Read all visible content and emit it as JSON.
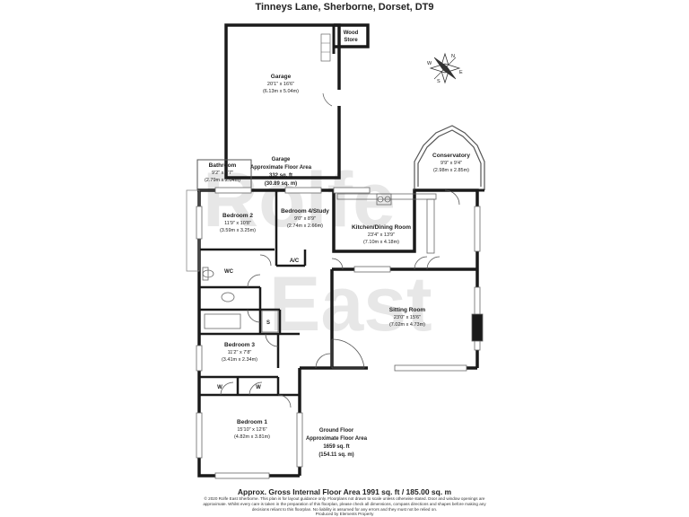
{
  "header": {
    "address": "Tinneys Lane, Sherborne, Dorset, DT9"
  },
  "watermark": {
    "line1": "Rolfe",
    "line2": "East"
  },
  "rooms": {
    "garage": {
      "name": "Garage",
      "dim_imperial": "20'1\" x 16'6\"",
      "dim_metric": "(6.13m x 5.04m)"
    },
    "wood_store": {
      "line1": "Wood",
      "line2": "Store"
    },
    "conservatory": {
      "name": "Conservatory",
      "dim_imperial": "9'9\" x 9'4\"",
      "dim_metric": "(2.98m x 2.85m)"
    },
    "bathroom": {
      "name": "Bathroom",
      "dim_imperial": "9'2\" x 6'7\"",
      "dim_metric": "(2.79m x 2.04m)"
    },
    "bedroom2": {
      "name": "Bedroom 2",
      "dim_imperial": "11'9\" x 10'8\"",
      "dim_metric": "(3.59m x 3.25m)"
    },
    "bedroom4": {
      "name": "Bedroom 4/Study",
      "dim_imperial": "9'0\" x 8'9\"",
      "dim_metric": "(2.74m x 2.66m)"
    },
    "kitchen": {
      "name": "Kitchen/Dining Room",
      "dim_imperial": "23'4\" x 13'9\"",
      "dim_metric": "(7.10m x 4.18m)"
    },
    "sitting": {
      "name": "Sitting Room",
      "dim_imperial": "23'0\" x 15'6\"",
      "dim_metric": "(7.02m x 4.73m)"
    },
    "bedroom3": {
      "name": "Bedroom 3",
      "dim_imperial": "11'2\" x 7'8\"",
      "dim_metric": "(3.41m x 2.34m)"
    },
    "bedroom1": {
      "name": "Bedroom 1",
      "dim_imperial": "15'10\" x 12'6\"",
      "dim_metric": "(4.82m x 3.81m)"
    }
  },
  "small_labels": {
    "wc": "WC",
    "ac": "A/C",
    "s": "S",
    "w1": "W",
    "w2": "W"
  },
  "garage_area": {
    "line1": "Garage",
    "line2": "Approximate Floor Area",
    "line3": "332 sq. ft",
    "line4": "(30.89 sq. m)"
  },
  "ground_area": {
    "line1": "Ground Floor",
    "line2": "Approximate Floor Area",
    "line3": "1659 sq. ft",
    "line4": "(154.11 sq. m)"
  },
  "compass": {
    "n": "N",
    "s": "S",
    "e": "E",
    "w": "W"
  },
  "footer": {
    "gross": "Approx. Gross Internal Floor Area 1991 sq. ft / 185.00 sq. m",
    "disclaimer": "© 2020 Rolfe East Sherborne. This plan is for layout guidance only. Floorplans not drawn to scale unless otherwise stated. Door and window openings are approximate. Whilst every care is taken in the preparation of this floorplan, please check all dimensions, compass directions and shapes before making any decisions reliant to this floorplan. No liability is assumed for any errors and they must not be relied on.",
    "credit": "Produced by Elements Property"
  }
}
